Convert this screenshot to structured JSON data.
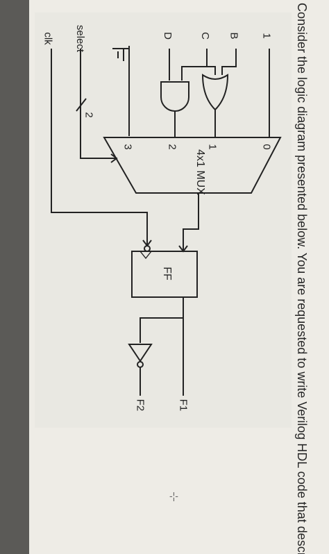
{
  "heading": "Consider the logic diagram presented below. You are requested to write Verilog HDL code that describes this l",
  "inputs": [
    "1",
    "B",
    "C",
    "D",
    "select",
    "clk"
  ],
  "mux": {
    "label": "4x1 MUX",
    "ports": [
      "0",
      "1",
      "2",
      "3"
    ]
  },
  "bus_width": "2",
  "flipflop": "FF",
  "outputs": [
    "F1",
    "F2"
  ],
  "cursor": "-¦-"
}
